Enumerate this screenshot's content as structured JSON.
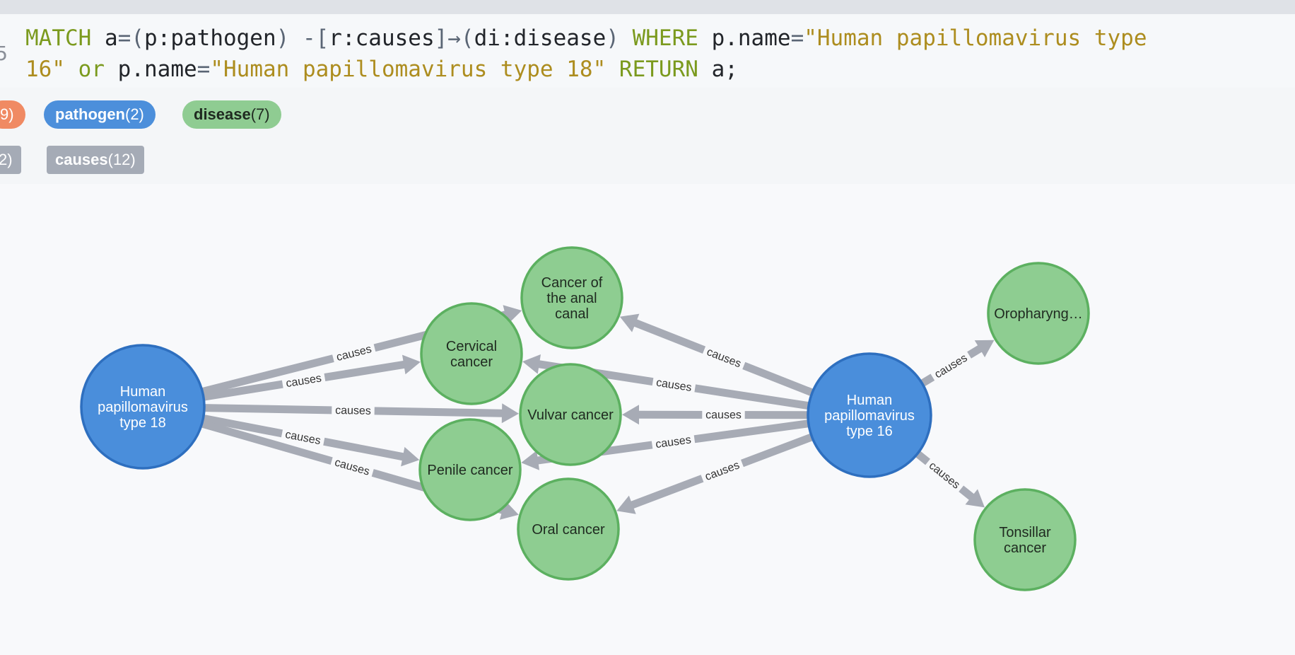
{
  "editor": {
    "line_number": "5",
    "line1": [
      {
        "t": "MATCH",
        "c": "kw"
      },
      {
        "t": " ",
        "c": "var"
      },
      {
        "t": "a",
        "c": "var"
      },
      {
        "t": "=(",
        "c": "pun"
      },
      {
        "t": "p:pathogen",
        "c": "var"
      },
      {
        "t": ") -[",
        "c": "pun"
      },
      {
        "t": "r:causes",
        "c": "var"
      },
      {
        "t": "]→(",
        "c": "pun"
      },
      {
        "t": "di:disease",
        "c": "var"
      },
      {
        "t": ") ",
        "c": "pun"
      },
      {
        "t": "WHERE",
        "c": "kw"
      },
      {
        "t": " p.name",
        "c": "var"
      },
      {
        "t": "=",
        "c": "pun"
      },
      {
        "t": "\"Human papillomavirus type",
        "c": "str"
      }
    ],
    "line2": [
      {
        "t": "16\"",
        "c": "str"
      },
      {
        "t": " ",
        "c": "var"
      },
      {
        "t": "or",
        "c": "kw"
      },
      {
        "t": " p.name",
        "c": "var"
      },
      {
        "t": "=",
        "c": "pun"
      },
      {
        "t": "\"Human papillomavirus type 18\"",
        "c": "str"
      },
      {
        "t": " ",
        "c": "var"
      },
      {
        "t": "RETURN",
        "c": "kw"
      },
      {
        "t": " a;",
        "c": "var"
      }
    ]
  },
  "legend": {
    "all_nodes_partial": "9)",
    "pathogen": {
      "name": "pathogen",
      "count": "(2)",
      "color": "#4c8fdb"
    },
    "disease": {
      "name": "disease",
      "count": "(7)",
      "color": "#8fcc92"
    },
    "all_rels_partial": "2)",
    "causes": {
      "name": "causes",
      "count": "(12)"
    }
  },
  "colors": {
    "pathogen_fill": "#4a8edb",
    "pathogen_stroke": "#2e6fbf",
    "disease_fill": "#8ecd91",
    "disease_stroke": "#5cb060",
    "edge": "#a7abb5",
    "all_nodes_pill": "#f08a63"
  },
  "graph": {
    "nodes": [
      {
        "id": "hpv18",
        "kind": "pathogen",
        "lines": [
          "Human",
          "papillomavirus",
          "type 18"
        ]
      },
      {
        "id": "hpv16",
        "kind": "pathogen",
        "lines": [
          "Human",
          "papillomavirus",
          "type 16"
        ]
      },
      {
        "id": "anal",
        "kind": "disease",
        "lines": [
          "Cancer of",
          "the anal",
          "canal"
        ]
      },
      {
        "id": "cervical",
        "kind": "disease",
        "lines": [
          "Cervical",
          "cancer"
        ]
      },
      {
        "id": "vulvar",
        "kind": "disease",
        "lines": [
          "Vulvar cancer"
        ]
      },
      {
        "id": "penile",
        "kind": "disease",
        "lines": [
          "Penile cancer"
        ]
      },
      {
        "id": "oral",
        "kind": "disease",
        "lines": [
          "Oral cancer"
        ]
      },
      {
        "id": "oropharyngeal",
        "kind": "disease",
        "lines": [
          "Oropharyng…"
        ]
      },
      {
        "id": "tonsillar",
        "kind": "disease",
        "lines": [
          "Tonsillar",
          "cancer"
        ]
      }
    ],
    "edges": [
      {
        "from": "hpv18",
        "to": "anal",
        "label": "causes"
      },
      {
        "from": "hpv18",
        "to": "cervical",
        "label": "causes"
      },
      {
        "from": "hpv18",
        "to": "vulvar",
        "label": "causes"
      },
      {
        "from": "hpv18",
        "to": "penile",
        "label": "causes"
      },
      {
        "from": "hpv18",
        "to": "oral",
        "label": "causes"
      },
      {
        "from": "hpv16",
        "to": "anal",
        "label": "causes"
      },
      {
        "from": "hpv16",
        "to": "cervical",
        "label": "causes"
      },
      {
        "from": "hpv16",
        "to": "vulvar",
        "label": "causes"
      },
      {
        "from": "hpv16",
        "to": "penile",
        "label": "causes"
      },
      {
        "from": "hpv16",
        "to": "oral",
        "label": "causes"
      },
      {
        "from": "hpv16",
        "to": "oropharyngeal",
        "label": "causes"
      },
      {
        "from": "hpv16",
        "to": "tonsillar",
        "label": "causes"
      }
    ]
  }
}
